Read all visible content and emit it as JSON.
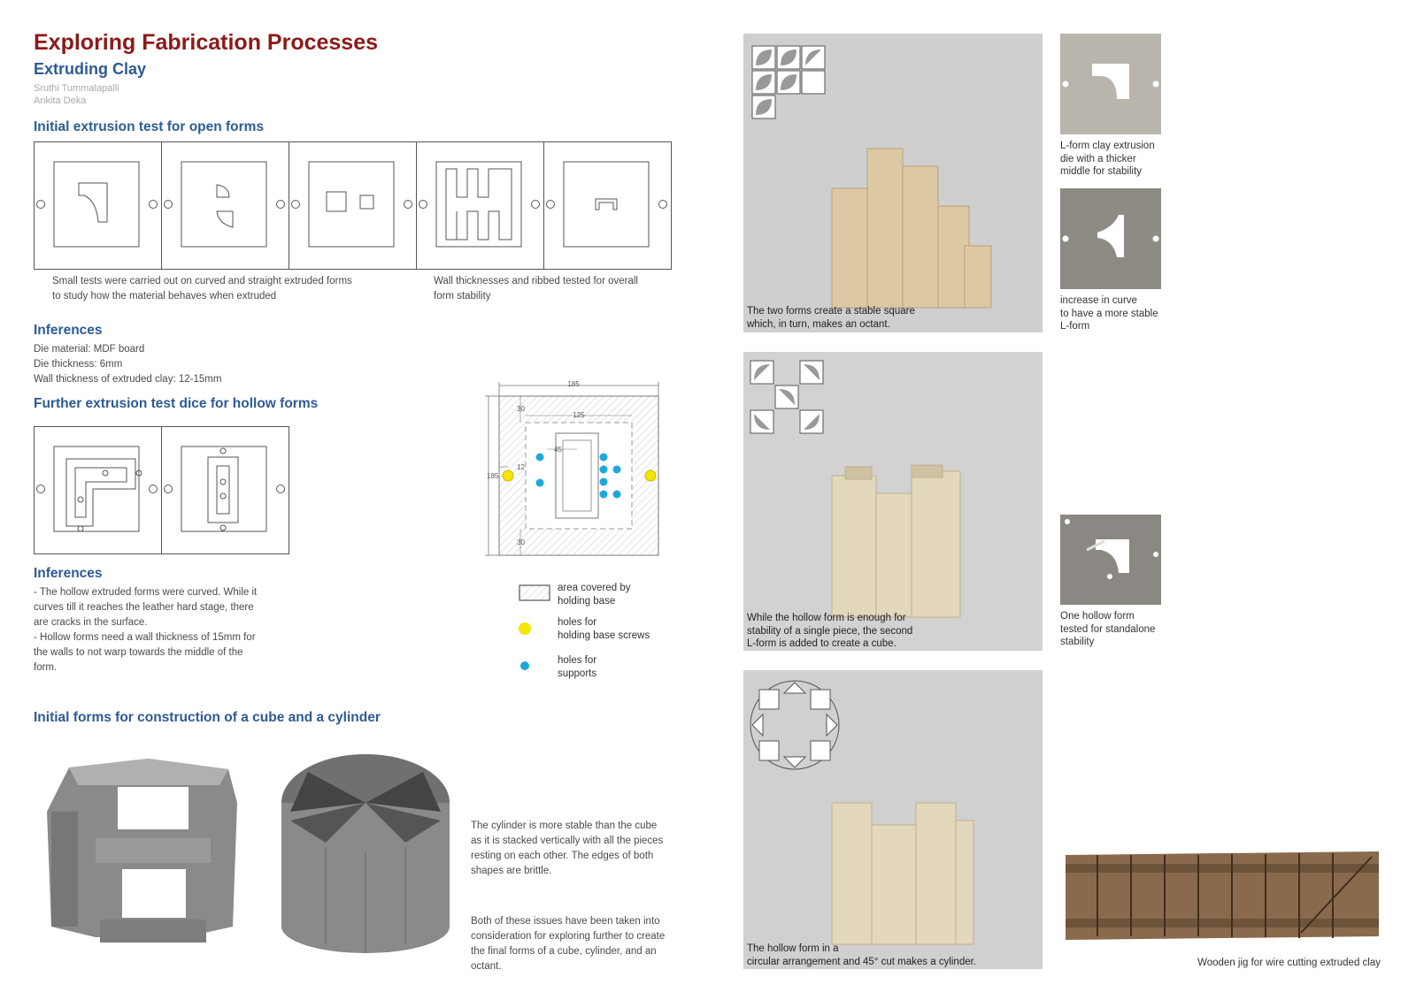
{
  "header": {
    "title": "Exploring Fabrication Processes",
    "subtitle": "Extruding Clay",
    "authors": [
      "Sruthi Tummalapalli",
      "Ankita Deka"
    ]
  },
  "open_forms": {
    "heading": "Initial extrusion test for open forms",
    "caption_left": [
      "Small tests were carried out on curved and straight extruded forms",
      "to study how the material behaves when extruded"
    ],
    "caption_right": [
      "Wall thicknesses and ribbed tested for overall",
      "form stability"
    ]
  },
  "inferences1": {
    "heading": "Inferences",
    "lines": [
      "Die material: MDF board",
      "Die thickness: 6mm",
      "Wall thickness of extruded clay: 12-15mm"
    ]
  },
  "hollow_forms": {
    "heading": "Further extrusion test dice for hollow forms"
  },
  "inferences2": {
    "heading": "Inferences",
    "lines": [
      "- The hollow extruded forms were curved. While it",
      "curves till it reaches the leather hard stage, there",
      "are cracks in the surface.",
      "- Hollow forms need a wall thickness of 15mm for",
      "the walls to not warp towards the middle of the",
      "form."
    ]
  },
  "diagram": {
    "dim_top": "185",
    "dim_left": "185",
    "dim_30_top": "30",
    "dim_125": "125",
    "dim_45": "45",
    "dim_12": "12",
    "dim_30_bottom": "30",
    "legend": [
      {
        "label_1": "area covered by",
        "label_2": "holding base",
        "swatch": "hatch"
      },
      {
        "label_1": "holes for",
        "label_2": "holding base screws",
        "swatch": "#f2e600"
      },
      {
        "label_1": "holes for",
        "label_2": "supports",
        "swatch": "#1ea7dc"
      }
    ]
  },
  "cube_cylinder": {
    "heading": "Initial forms for construction of a cube and a cylinder",
    "para1": [
      "The cylinder is more stable than the cube",
      "as it is stacked vertically with all the pieces",
      "resting on each other. The edges of both",
      "shapes are brittle."
    ],
    "para2": [
      "Both of these issues have been taken into",
      "consideration for exploring further to create",
      "the final forms of a cube, cylinder, and an",
      "octant."
    ]
  },
  "photos": {
    "octant_caption": [
      "The two forms create a stable square",
      "which, in turn, makes an octant."
    ],
    "cube_caption": [
      "While the hollow form is enough for",
      "stability of a single piece, the second",
      "L-form is added to create a cube."
    ],
    "cylinder_caption": [
      "The hollow form in a",
      "circular arrangement and 45° cut makes a cylinder."
    ],
    "die1_caption": [
      "L-form clay extrusion",
      "die with a thicker",
      "middle for stability"
    ],
    "die2_caption": [
      "increase in curve",
      "to have a more stable",
      "L-form"
    ],
    "die3_caption": [
      "One hollow form",
      "tested for standalone",
      "stability"
    ],
    "jig_caption": "Wooden jig for wire cutting extruded clay"
  },
  "colors": {
    "title": "#8b1a1a",
    "heading": "#2d5b93",
    "yellow_hole": "#f2e600",
    "blue_hole": "#1ea7dc",
    "photo_bg": "#cfcfcf"
  }
}
